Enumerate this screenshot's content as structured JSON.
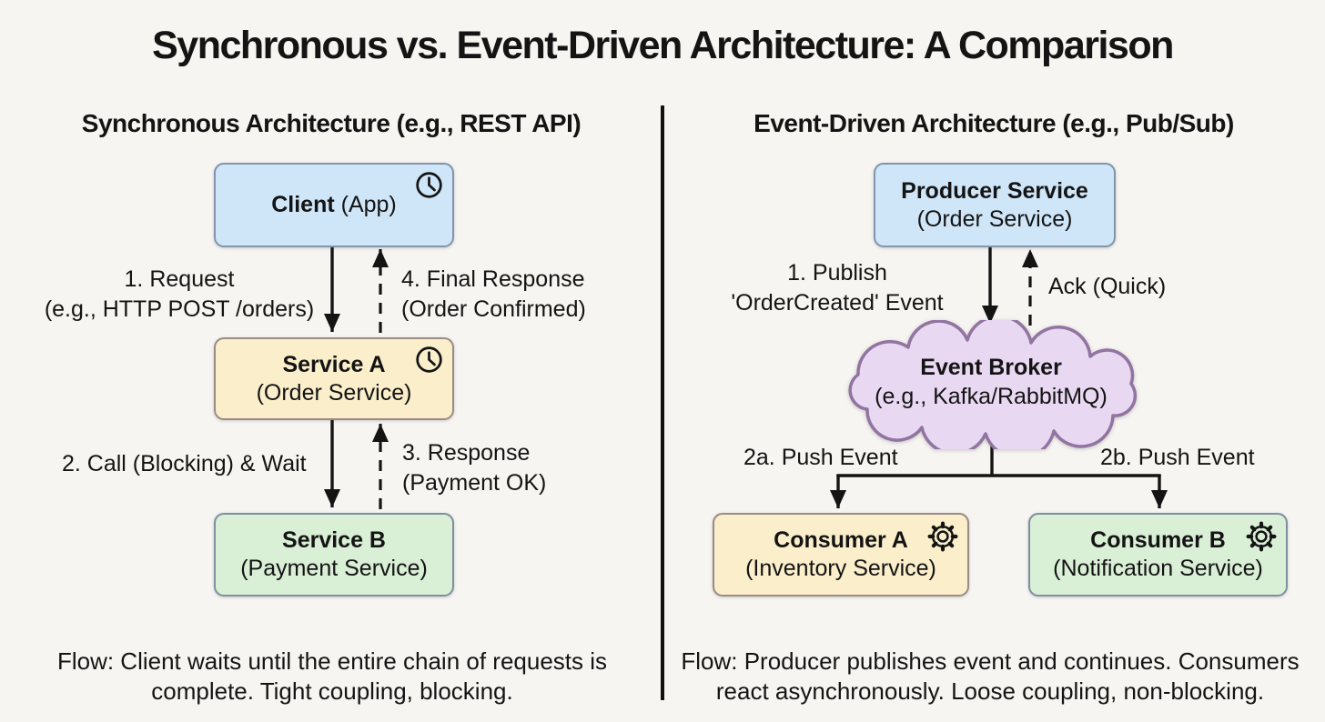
{
  "title": "Synchronous vs. Event-Driven Architecture: A Comparison",
  "colors": {
    "background": "#f7f5f1",
    "text": "#141414",
    "box_blue_fill": "#cfe6f8",
    "box_blue_border": "#8195ac",
    "box_yellow_fill": "#fbeecb",
    "box_yellow_border": "#9b8b85",
    "box_green_fill": "#d9efd6",
    "box_green_border": "#7e8fa0",
    "cloud_purple_fill": "#e8d8f2",
    "cloud_purple_border": "#9174a0",
    "arrow": "#141414"
  },
  "left": {
    "heading": "Synchronous Architecture (e.g., REST API)",
    "nodes": [
      {
        "id": "client",
        "title": "Client",
        "suffix": " (App)",
        "subtitle": "",
        "icon": "clock-icon"
      },
      {
        "id": "service-a",
        "title": "Service A",
        "suffix": "",
        "subtitle": "(Order Service)",
        "icon": "clock-icon"
      },
      {
        "id": "service-b",
        "title": "Service B",
        "suffix": "",
        "subtitle": "(Payment Service)",
        "icon": ""
      }
    ],
    "labels": {
      "request_1": "1. Request",
      "request_2": "(e.g., HTTP POST /orders)",
      "final_response_1": "4. Final Response",
      "final_response_2": "(Order Confirmed)",
      "call": "2. Call (Blocking) & Wait",
      "response_1": "3. Response",
      "response_2": "(Payment OK)"
    },
    "flow_1": "Flow: Client waits until the entire chain of requests is",
    "flow_2": "complete. Tight coupling, blocking."
  },
  "right": {
    "heading": "Event-Driven Architecture (e.g., Pub/Sub)",
    "producer": {
      "title": "Producer Service",
      "subtitle": "(Order Service)"
    },
    "broker": {
      "title": "Event Broker",
      "subtitle": "(e.g., Kafka/RabbitMQ)",
      "icon": "cloud-shape"
    },
    "consumer_a": {
      "title": "Consumer A",
      "subtitle": "(Inventory Service)",
      "icon": "gear-icon"
    },
    "consumer_b": {
      "title": "Consumer B",
      "subtitle": "(Notification Service)",
      "icon": "gear-icon"
    },
    "labels": {
      "publish_1": "1. Publish",
      "publish_2": "'OrderCreated' Event",
      "ack": "Ack (Quick)",
      "push_a": "2a. Push Event",
      "push_b": "2b. Push Event"
    },
    "flow_1": "Flow: Producer publishes event and continues. Consumers",
    "flow_2": "react asynchronously. Loose coupling, non-blocking."
  }
}
